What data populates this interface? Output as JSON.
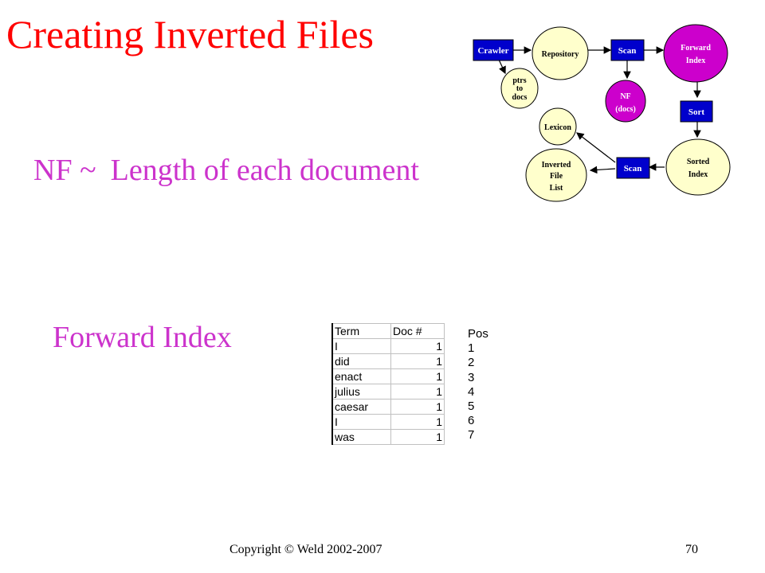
{
  "slide": {
    "title": "Creating Inverted Files",
    "nf_symbol": "NF ~",
    "nf_description": "Length of each document",
    "forward_index_label": "Forward Index",
    "copyright": "Copyright © Weld 2002-2007",
    "page_number": "70"
  },
  "diagram": {
    "nodes": {
      "crawler": "Crawler",
      "repository": "Repository",
      "scan_top": "Scan",
      "forward_index": [
        "Forward",
        "Index"
      ],
      "ptrs_to_docs": [
        "ptrs",
        "to",
        "docs"
      ],
      "nf_docs": [
        "NF",
        "(docs)"
      ],
      "sort": "Sort",
      "lexicon": "Lexicon",
      "inverted_file_list": [
        "Inverted",
        "File",
        "List"
      ],
      "scan_bottom": "Scan",
      "sorted_index": [
        "Sorted",
        "Index"
      ]
    },
    "colors": {
      "box_blue": "#0000cc",
      "circle_yellow": "#ffffcc",
      "circle_magenta": "#cc00cc"
    }
  },
  "table": {
    "headers": [
      "Term",
      "Doc #"
    ],
    "rows": [
      {
        "term": "I",
        "doc": "1"
      },
      {
        "term": "did",
        "doc": "1"
      },
      {
        "term": "enact",
        "doc": "1"
      },
      {
        "term": "julius",
        "doc": "1"
      },
      {
        "term": "caesar",
        "doc": "1"
      },
      {
        "term": "I",
        "doc": "1"
      },
      {
        "term": "was",
        "doc": "1"
      }
    ]
  },
  "positions": {
    "header": "Pos",
    "values": [
      "1",
      "2",
      "3",
      "4",
      "5",
      "6",
      "7"
    ]
  }
}
